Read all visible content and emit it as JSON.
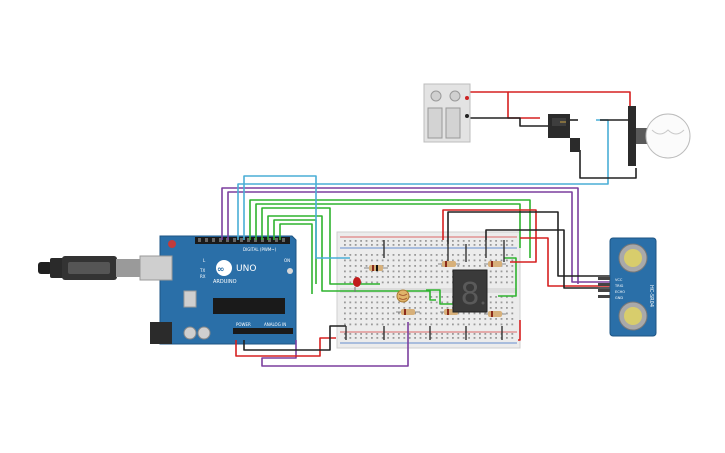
{
  "arduino": {
    "logo_text": "ARDUINO",
    "model_text": "UNO",
    "digital_header": "DIGITAL (PWM~)",
    "power_header": "POWER",
    "analog_header": "ANALOG IN",
    "tx_label": "TX",
    "rx_label": "RX",
    "led_label": "L",
    "on_label": "ON"
  },
  "sensor": {
    "model_text": "HC-SR04",
    "pins": [
      "VCC",
      "TRIG",
      "ECHO",
      "GND"
    ]
  },
  "display": {
    "digit_text": "8"
  },
  "colors": {
    "board": "#2a6fa8",
    "breadboard": "#ececec",
    "rail_red": "#d63c3c",
    "rail_blue": "#3a6fc4",
    "wire_red": "#d62020",
    "wire_black": "#222222",
    "wire_green": "#2fb32f",
    "wire_purple": "#7b3f9e",
    "wire_blue": "#4aaed6",
    "relay": "#2b2b2b",
    "display": "#3a3a3a"
  }
}
